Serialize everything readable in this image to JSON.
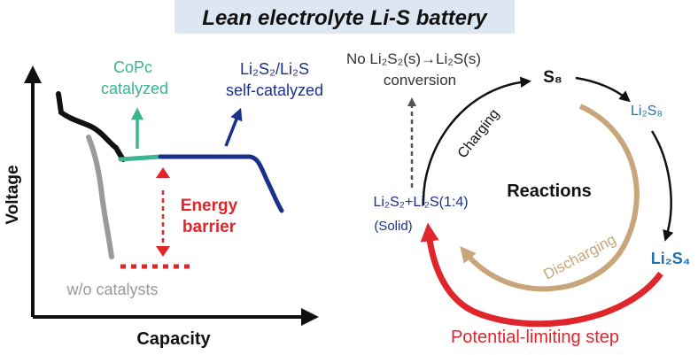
{
  "title": "Lean electrolyte Li-S battery",
  "colors": {
    "black": "#111111",
    "gray": "#9a9a9a",
    "green": "#3bb58f",
    "blue": "#1b2f8c",
    "red": "#e0262b",
    "tan": "#c8a57a",
    "lightblue_species": "#1f6fb5",
    "title_band": "#dde7f3"
  },
  "left_panel": {
    "y_axis_label": "Voltage",
    "x_axis_label": "Capacity",
    "copc_label_line1": "CoPc",
    "copc_label_line2": "catalyzed",
    "self_label_line1": "Li₂S₂/Li₂S",
    "self_label_line2": "self-catalyzed",
    "energy_label_line1": "Energy",
    "energy_label_line2": "barrier",
    "wo_label": "w/o catalysts"
  },
  "right_panel": {
    "no_conversion_line1": "No Li₂S₂(s)→Li₂S(s)",
    "no_conversion_line2": "conversion",
    "s8": "S₈",
    "li2s8": "Li₂S₈",
    "li2s4": "Li₂S₄",
    "solid_line1": "Li₂S₂+Li₂S(1:4)",
    "solid_line2": "(Solid)",
    "charging": "Charging",
    "discharging": "Discharging",
    "reactions": "Reactions",
    "potential_limiting": "Potential-limiting step"
  }
}
